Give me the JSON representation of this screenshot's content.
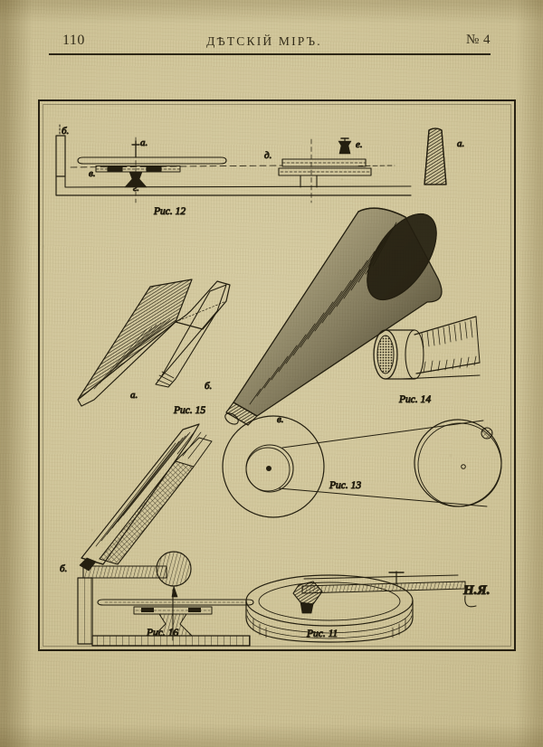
{
  "page": {
    "number": "110",
    "running_title": "ДѢТСКІЙ МІРЪ.",
    "issue": "№ 4",
    "paper_color": "#d2c79c",
    "ink_color": "#241f10"
  },
  "plate": {
    "signature": "Н.Я.",
    "figures": [
      {
        "id": "fig12",
        "caption": "Рис. 12",
        "description": "Side elevation of turntable spindle, platter, bearing post and drive plate with crank knob",
        "labels": [
          "б.",
          "а.",
          "в.",
          "г.",
          "д.",
          "е.",
          "а."
        ]
      },
      {
        "id": "fig15",
        "caption": "Рис. 15",
        "description": "Flat sheet-metal gore rolled into a horn; unrolled and rolled states",
        "labels": [
          "а.",
          "б."
        ]
      },
      {
        "id": "fig14",
        "caption": "Рис. 14",
        "description": "Socket ferrule and the narrow end of the horn tube that fits into it",
        "labels": []
      },
      {
        "id": "fig13",
        "caption": "Рис. 13",
        "description": "Crossed belt drive between the large turntable pulley and the small driving wheel",
        "labels": []
      },
      {
        "id": "fig16",
        "caption": "Рис. 16",
        "description": "Complete assembled machine: horn on the tone-arm, bracket, platter and base",
        "labels": [
          "б."
        ]
      },
      {
        "id": "fig11",
        "caption": "Рис. 11",
        "description": "Record disc on the turntable with the sound-box and needle arm resting on it",
        "labels": []
      },
      {
        "id": "fig-cone-v",
        "caption": "",
        "description": "Large finished horn, label в",
        "labels": [
          "в."
        ]
      }
    ],
    "label_glyphs": {
      "a": "а.",
      "b": "б.",
      "v": "в.",
      "g": "г.",
      "d": "д.",
      "e": "е."
    },
    "captions": {
      "fig11": "Рис. 11",
      "fig12": "Рис. 12",
      "fig13": "Рис. 13",
      "fig14": "Рис. 14",
      "fig15": "Рис. 15",
      "fig16": "Рис. 16"
    }
  }
}
